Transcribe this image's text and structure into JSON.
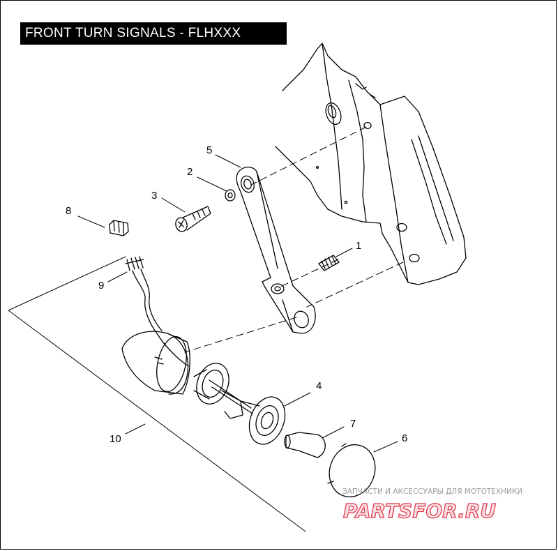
{
  "title": "FRONT TURN SIGNALS - FLHXXX",
  "callouts": [
    {
      "id": "1",
      "label": "1"
    },
    {
      "id": "2",
      "label": "2"
    },
    {
      "id": "3",
      "label": "3"
    },
    {
      "id": "4",
      "label": "4"
    },
    {
      "id": "5",
      "label": "5"
    },
    {
      "id": "6",
      "label": "6"
    },
    {
      "id": "7",
      "label": "7"
    },
    {
      "id": "8",
      "label": "8"
    },
    {
      "id": "9",
      "label": "9"
    },
    {
      "id": "10",
      "label": "10"
    }
  ],
  "watermark": {
    "tagline": "ЗАПЧАСТИ И АКСЕССУАРЫ ДЛЯ МОТОТЕХНИКИ",
    "logo": "PARTSFOR.RU",
    "logo_color": "#e23a4c"
  }
}
